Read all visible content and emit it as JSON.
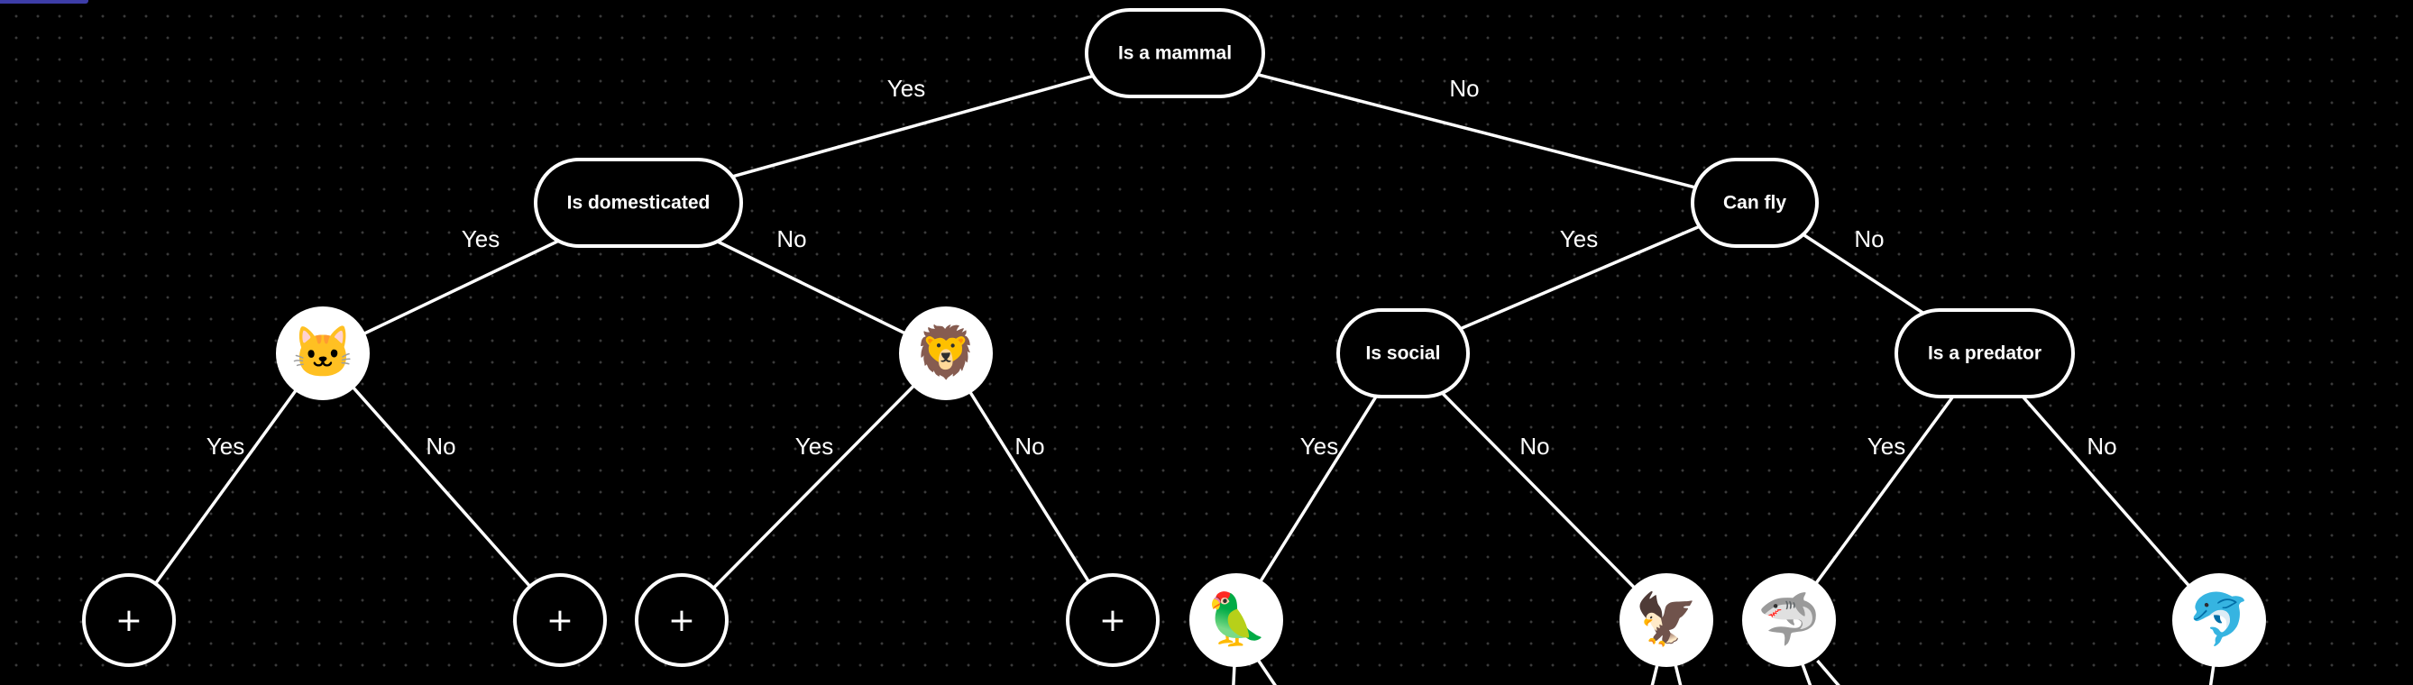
{
  "theme": {
    "background": "#000000",
    "stroke": "#ffffff",
    "accent": "#3d3da8"
  },
  "nodes": [
    {
      "id": "root",
      "kind": "question",
      "label": "Is a mammal"
    },
    {
      "id": "domesticated",
      "kind": "question",
      "label": "Is domesticated"
    },
    {
      "id": "canfly",
      "kind": "question",
      "label": "Can fly"
    },
    {
      "id": "cat",
      "kind": "emoji",
      "icon": "cat-icon",
      "emoji": "🐱"
    },
    {
      "id": "lion",
      "kind": "emoji",
      "icon": "lion-icon",
      "emoji": "🦁"
    },
    {
      "id": "social",
      "kind": "question",
      "label": "Is social"
    },
    {
      "id": "predator",
      "kind": "question",
      "label": "Is a predator"
    },
    {
      "id": "add1",
      "kind": "add",
      "label": "+"
    },
    {
      "id": "add2",
      "kind": "add",
      "label": "+"
    },
    {
      "id": "add3",
      "kind": "add",
      "label": "+"
    },
    {
      "id": "add4",
      "kind": "add",
      "label": "+"
    },
    {
      "id": "parrot",
      "kind": "emoji",
      "icon": "parrot-icon",
      "emoji": "🦜"
    },
    {
      "id": "eagle",
      "kind": "emoji",
      "icon": "eagle-icon",
      "emoji": "🦅"
    },
    {
      "id": "shark",
      "kind": "emoji",
      "icon": "shark-icon",
      "emoji": "🦈"
    },
    {
      "id": "dolphin",
      "kind": "emoji",
      "icon": "dolphin-icon",
      "emoji": "🐬"
    }
  ],
  "edges": [
    {
      "from": "root",
      "to": "domesticated",
      "label": "Yes"
    },
    {
      "from": "root",
      "to": "canfly",
      "label": "No"
    },
    {
      "from": "domesticated",
      "to": "cat",
      "label": "Yes"
    },
    {
      "from": "domesticated",
      "to": "lion",
      "label": "No"
    },
    {
      "from": "canfly",
      "to": "social",
      "label": "Yes"
    },
    {
      "from": "canfly",
      "to": "predator",
      "label": "No"
    },
    {
      "from": "cat",
      "to": "add1",
      "label": "Yes"
    },
    {
      "from": "cat",
      "to": "add2",
      "label": "No"
    },
    {
      "from": "lion",
      "to": "add3",
      "label": "Yes"
    },
    {
      "from": "lion",
      "to": "add4",
      "label": "No"
    },
    {
      "from": "social",
      "to": "parrot",
      "label": "Yes"
    },
    {
      "from": "social",
      "to": "eagle",
      "label": "No"
    },
    {
      "from": "predator",
      "to": "shark",
      "label": "Yes"
    },
    {
      "from": "predator",
      "to": "dolphin",
      "label": "No"
    }
  ]
}
